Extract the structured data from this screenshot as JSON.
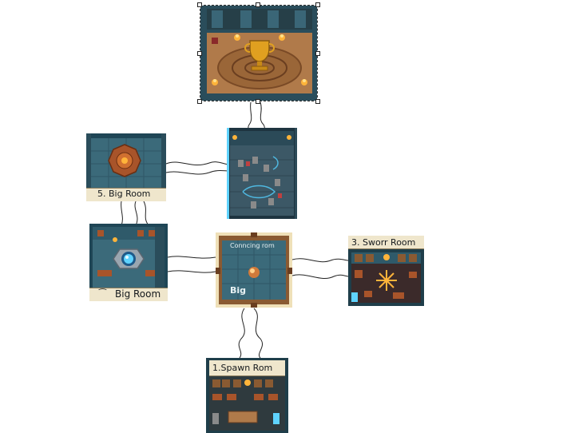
{
  "rooms": {
    "spawn": {
      "label": "1.Spawn Rom"
    },
    "sword": {
      "label": "3. Sworr Room"
    },
    "big_left": {
      "label": "Big Room",
      "prefix_glyph": "⁀"
    },
    "big_top": {
      "label": "5. Big Room"
    },
    "connecting": {
      "label": "Conncing rom",
      "sublabel": "Big"
    }
  },
  "icons": {
    "trophy": "trophy-icon",
    "orb": "orb-icon",
    "sword_star": "sword-star-icon",
    "rune": "rune-circle-icon"
  },
  "colors": {
    "stone": "#2c5a6b",
    "teal_floor": "#3b6a7a",
    "wood": "#8a5a32",
    "sand_floor": "#b07a4a",
    "label_bg": "#efe6cc",
    "torch": "#ffb43a",
    "orb_glow": "#5fd3ff"
  }
}
